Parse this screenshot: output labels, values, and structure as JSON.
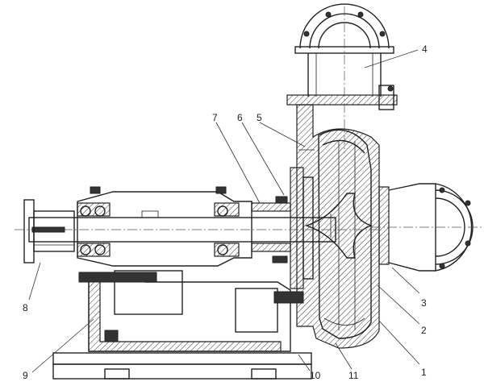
{
  "part_labels": [
    "1",
    "2",
    "3",
    "4",
    "5",
    "6",
    "7",
    "8",
    "9",
    "10",
    "11"
  ]
}
